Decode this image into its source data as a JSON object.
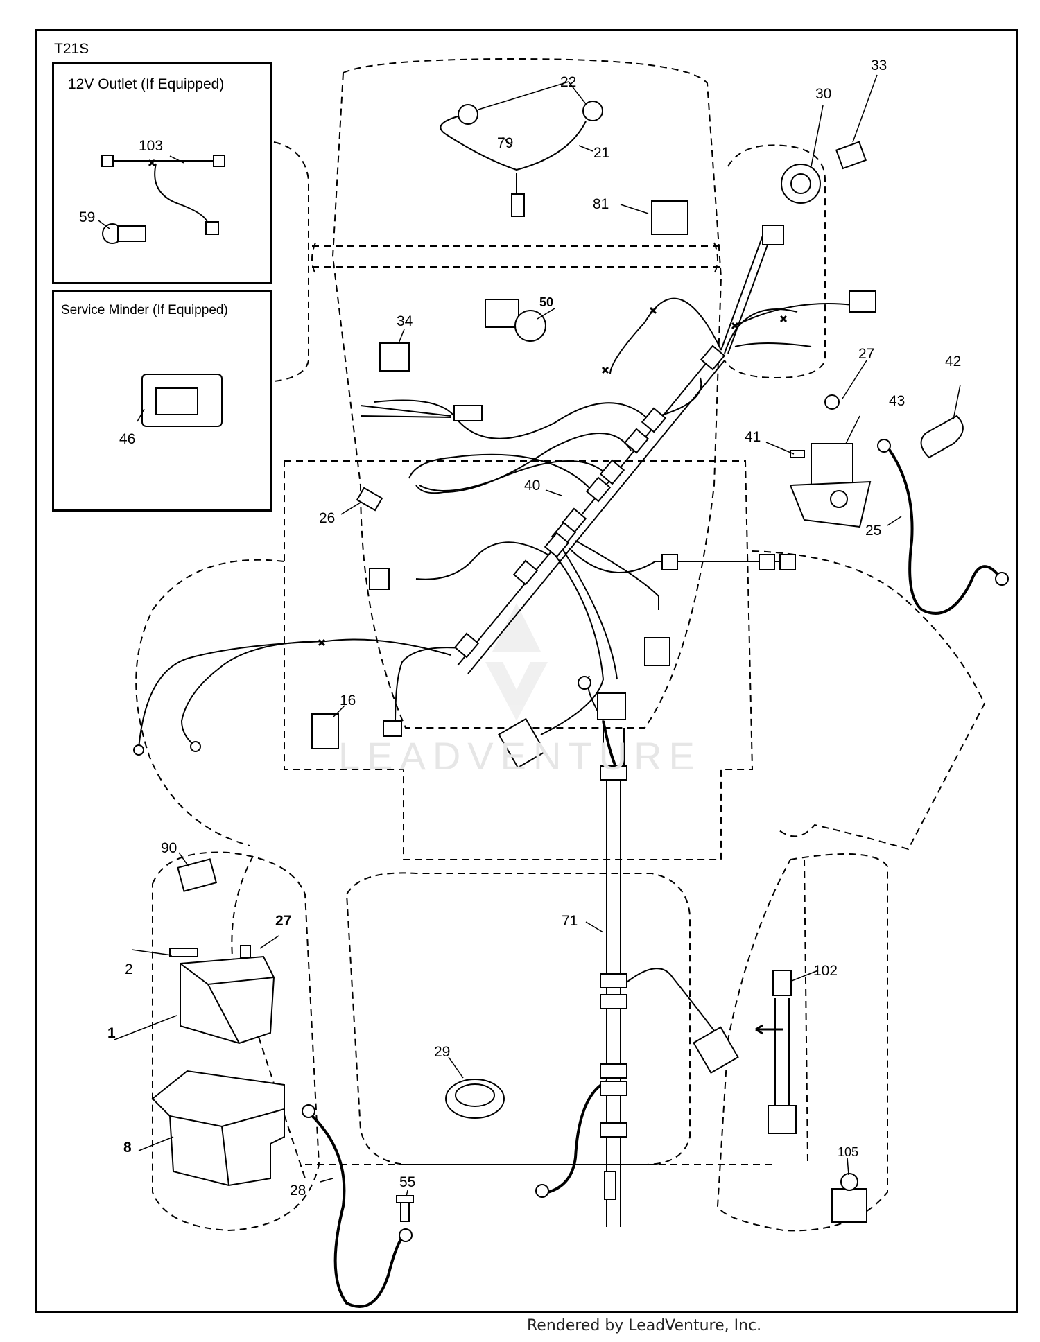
{
  "diagram_code": "T21S",
  "insets": {
    "outlet_title": "12V Outlet (If Equipped)",
    "service_title": "Service Minder (If Equipped)"
  },
  "callouts": {
    "c103": "103",
    "c59": "59",
    "c46": "46",
    "c22": "22",
    "c79": "79",
    "c21": "21",
    "c81": "81",
    "c30": "30",
    "c33": "33",
    "c50": "50",
    "c34": "34",
    "c27a": "27",
    "c42": "42",
    "c43": "43",
    "c41": "41",
    "c25": "25",
    "c26": "26",
    "c40": "40",
    "c16": "16",
    "c90": "90",
    "c27b": "27",
    "c2": "2",
    "c1": "1",
    "c8": "8",
    "c71": "71",
    "c29": "29",
    "c102": "102",
    "c28": "28",
    "c55": "55",
    "c105": "105"
  },
  "watermark": "LEADVENTURE",
  "footer": "Rendered by LeadVenture, Inc."
}
